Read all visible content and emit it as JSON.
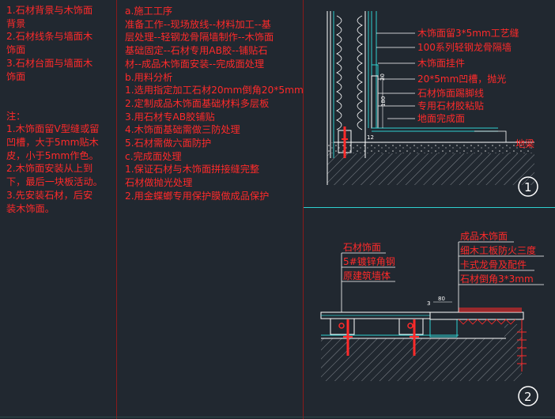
{
  "col1": {
    "lines": [
      "1.石材背景与木饰面",
      "背景",
      "2.石材线条与墙面木",
      "饰面",
      "3.石材台面与墙面木",
      "饰面",
      "",
      "",
      "注：",
      "1.木饰面留V型缝或留",
      "凹槽，大于5mm贴木",
      "皮，小于5mm作色。",
      "2.木饰面安装从上到",
      "下，最后一块板活动。",
      "3.先安装石材，后安",
      "装木饰面。"
    ]
  },
  "col2": {
    "lines": [
      "a.施工工序",
      "准备工作--现场放线--材料加工--基",
      "层处理--轻钢龙骨隔墙制作--木饰面",
      "基础固定--石材专用AB胶--铺贴石",
      "材--成品木饰面安装--完成面处理",
      "b.用料分析",
      "1.选用指定加工石材20mm倒角20*5mm",
      "2.定制成品木饰面基础材料多层板",
      "3.用石材专AB胶铺贴",
      "4.木饰面基础需做三防处理",
      "5.石材需做六面防护",
      "c.完成面处理",
      "1.保证石材与木饰面拼接缝完整",
      "石材做抛光处理",
      "2.用金蝶螂专用保护膜做成品保护"
    ]
  },
  "detail1": {
    "labels": [
      "木饰面留3*5mm工艺缝",
      "100系列轻钢龙骨隔墙",
      "木饰面挂件",
      "20*5mm凹槽，抛光",
      "石材饰面踢脚线",
      "专用石材胶粘贴",
      "地面完成面",
      "地梁"
    ],
    "dim_a": "180",
    "dim_b": "12",
    "dim_c": "20",
    "number": "1"
  },
  "detail2": {
    "labels_left": [
      "石材饰面",
      "5#镀锌角钢",
      "原建筑墙体"
    ],
    "labels_right": [
      "成品木饰面",
      "细木工板防火三度",
      "卡式龙骨及配件",
      "石材倒角3*3mm"
    ],
    "dim_a": "80",
    "dim_b": "3",
    "number": "2"
  },
  "colors": {
    "background": "#212830",
    "text": "#ff2a2a",
    "line_cyan": "#2fd0d0",
    "line_white": "#ffffff",
    "divider": "#8a1a1a"
  }
}
